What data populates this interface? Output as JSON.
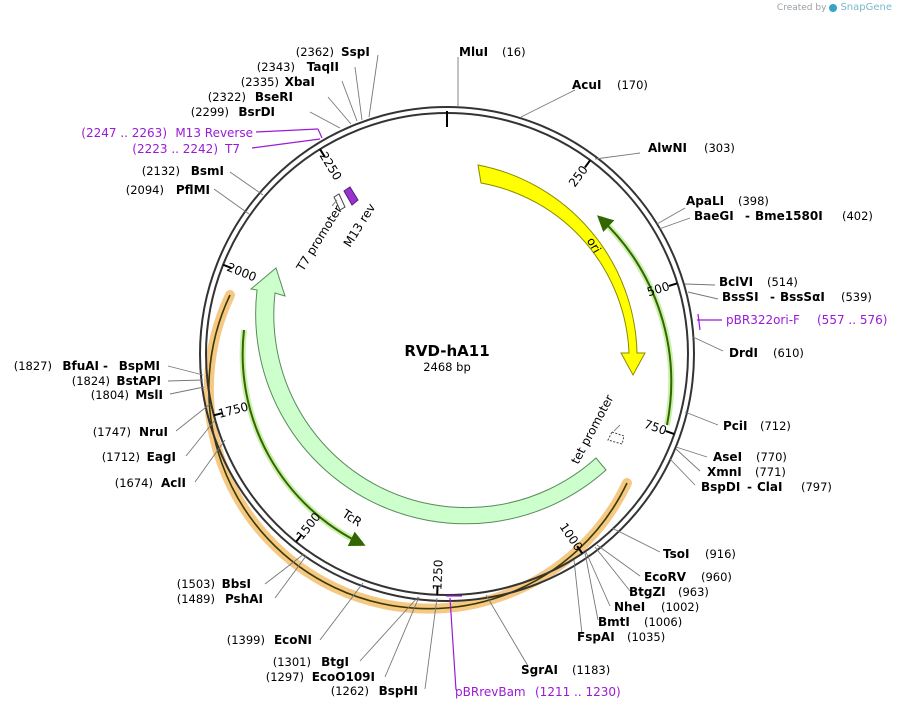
{
  "plasmid": {
    "name": "RVD-hA11",
    "length_label": "2468 bp",
    "length": 2468
  },
  "brand": {
    "prefix": "Created by",
    "name": "SnapGene"
  },
  "ticks": [
    {
      "pos": 250,
      "label": "250"
    },
    {
      "pos": 500,
      "label": "500"
    },
    {
      "pos": 750,
      "label": "750"
    },
    {
      "pos": 1000,
      "label": "1000"
    },
    {
      "pos": 1250,
      "label": "1250"
    },
    {
      "pos": 1500,
      "label": "1500"
    },
    {
      "pos": 1750,
      "label": "1750"
    },
    {
      "pos": 2000,
      "label": "2000"
    },
    {
      "pos": 2250,
      "label": "2250"
    }
  ],
  "features": [
    {
      "name": "ori",
      "label": "ori",
      "start": 180,
      "end": 780,
      "direction": "cw",
      "color": "#ffff00"
    },
    {
      "name": "TcR",
      "label": "TcR",
      "start": 880,
      "end": 2080,
      "direction": "ccw",
      "color": "#ccffcc"
    },
    {
      "name": "tet promoter",
      "label": "tet promoter",
      "start": 820,
      "end": 840,
      "direction": "ccw",
      "color": "#ffffff"
    },
    {
      "name": "T7 promoter",
      "label": "T7 promoter",
      "start": 2215,
      "end": 2235,
      "direction": "ccw",
      "color": "#ffffff"
    },
    {
      "name": "M13 rev",
      "label": "M13 rev",
      "start": 2240,
      "end": 2262,
      "direction": "ccw",
      "color": "#9933cc"
    }
  ],
  "enzymes": [
    {
      "name": "MluI",
      "pos": "(16)"
    },
    {
      "name": "AcuI",
      "pos": "(170)"
    },
    {
      "name": "AlwNI",
      "pos": "(303)"
    },
    {
      "name": "ApaLI",
      "pos": "(398)"
    },
    {
      "name": "BaeGI",
      "name2": "Bme1580I",
      "pos": "(402)"
    },
    {
      "name": "BclVI",
      "pos": "(514)"
    },
    {
      "name": "BssSI",
      "name2": "BssSαI",
      "pos": "(539)"
    },
    {
      "name": "DrdI",
      "pos": "(610)"
    },
    {
      "name": "PciI",
      "pos": "(712)"
    },
    {
      "name": "AseI",
      "pos": "(770)"
    },
    {
      "name": "XmnI",
      "pos": "(771)"
    },
    {
      "name": "BspDI",
      "name2": "ClaI",
      "pos": "(797)"
    },
    {
      "name": "TsoI",
      "pos": "(916)"
    },
    {
      "name": "EcoRV",
      "pos": "(960)"
    },
    {
      "name": "BtgZI",
      "pos": "(963)"
    },
    {
      "name": "NheI",
      "pos": "(1002)"
    },
    {
      "name": "BmtI",
      "pos": "(1006)"
    },
    {
      "name": "FspAI",
      "pos": "(1035)"
    },
    {
      "name": "SgrAI",
      "pos": "(1183)"
    },
    {
      "name": "BspHI",
      "pos": "(1262)"
    },
    {
      "name": "EcoO109I",
      "pos": "(1297)"
    },
    {
      "name": "BtgI",
      "pos": "(1301)"
    },
    {
      "name": "EcoNI",
      "pos": "(1399)"
    },
    {
      "name": "PshAI",
      "pos": "(1489)"
    },
    {
      "name": "BbsI",
      "pos": "(1503)"
    },
    {
      "name": "AclI",
      "pos": "(1674)"
    },
    {
      "name": "EagI",
      "pos": "(1712)"
    },
    {
      "name": "NruI",
      "pos": "(1747)"
    },
    {
      "name": "MslI",
      "pos": "(1804)"
    },
    {
      "name": "BstAPI",
      "pos": "(1824)"
    },
    {
      "name": "BfuAI",
      "name2": "BspMI",
      "pos": "(1827)"
    },
    {
      "name": "PflMI",
      "pos": "(2094)"
    },
    {
      "name": "BsmI",
      "pos": "(2132)"
    },
    {
      "name": "BsrDI",
      "pos": "(2299)"
    },
    {
      "name": "BseRI",
      "pos": "(2322)"
    },
    {
      "name": "XbaI",
      "pos": "(2335)"
    },
    {
      "name": "TaqII",
      "pos": "(2343)"
    },
    {
      "name": "SspI",
      "pos": "(2362)"
    }
  ],
  "primers": [
    {
      "name": "pBR322ori-F",
      "range": "(557 .. 576)",
      "color": "#9a1bd6"
    },
    {
      "name": "pBRrevBam",
      "range": "(1211 .. 1230)",
      "color": "#9a1bd6"
    },
    {
      "name": "T7",
      "range": "(2223 .. 2242)",
      "color": "#9a1bd6"
    },
    {
      "name": "M13 Reverse",
      "range": "(2247 .. 2263)",
      "color": "#9a1bd6"
    }
  ],
  "colors": {
    "backbone": "#333333",
    "ori": "#ffff00",
    "tcr": "#ccffcc",
    "orf_highlight": "#f5b860",
    "orf_line": "#336600",
    "primer": "#9a1bd6"
  }
}
